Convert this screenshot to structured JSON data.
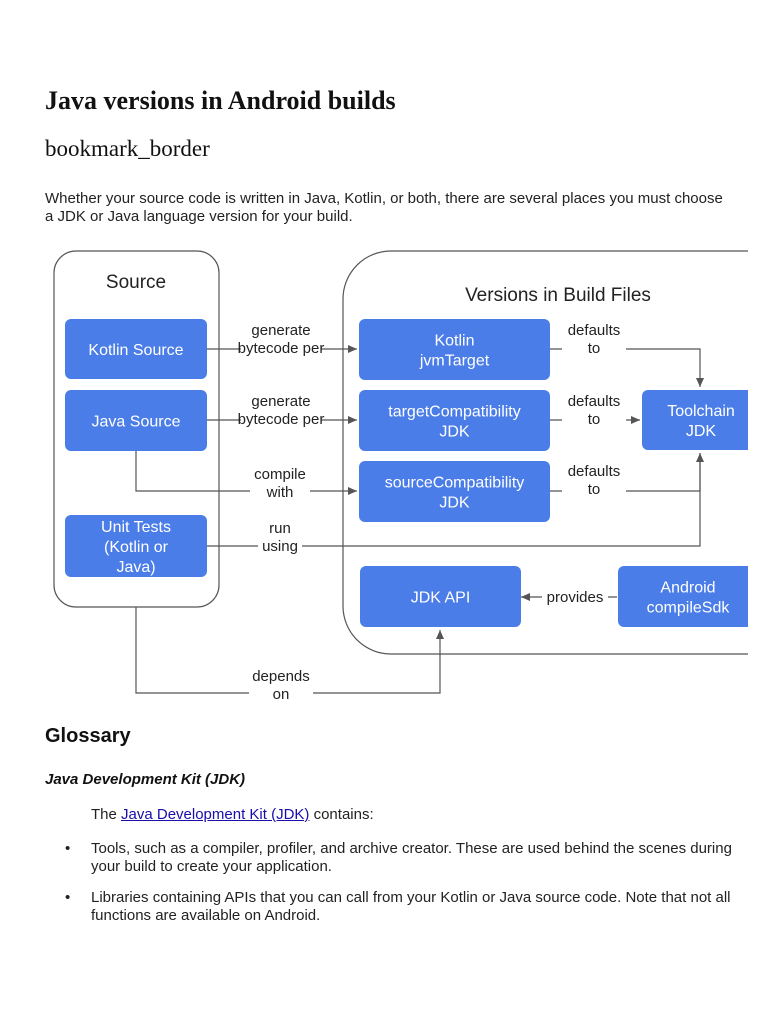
{
  "page": {
    "title": "Java versions in Android builds",
    "bookmark_text": "bookmark_border",
    "intro": "Whether your source code is written in Java, Kotlin, or both, there are several places you must choose a JDK or Java language version for your build."
  },
  "diagram": {
    "source_group_label": "Source",
    "build_group_label": "Versions in Build Files",
    "nodes": {
      "kotlin_source": [
        "Kotlin Source"
      ],
      "java_source": [
        "Java Source"
      ],
      "unit_tests": [
        "Unit Tests",
        "(Kotlin or",
        "Java)"
      ],
      "kotlin_jvmtarget": [
        "Kotlin",
        "jvmTarget"
      ],
      "target_compat": [
        "targetCompatibility",
        "JDK"
      ],
      "source_compat": [
        "sourceCompatibility",
        "JDK"
      ],
      "toolchain": [
        "Toolchain",
        "JDK"
      ],
      "jdk_api": [
        "JDK API"
      ],
      "compile_sdk": [
        "Android",
        "compileSdk"
      ]
    },
    "edge_labels": {
      "gen1": [
        "generate",
        "bytecode per"
      ],
      "gen2": [
        "generate",
        "bytecode per"
      ],
      "compile": [
        "compile",
        "with"
      ],
      "run": [
        "run",
        "using"
      ],
      "def1": [
        "defaults",
        "to"
      ],
      "def2": [
        "defaults",
        "to"
      ],
      "def3": [
        "defaults",
        "to"
      ],
      "provides": [
        "provides"
      ],
      "depends": [
        "depends",
        "on"
      ]
    },
    "colors": {
      "node_fill": "#4a7de8",
      "node_text": "#ffffff",
      "line": "#555555"
    }
  },
  "glossary": {
    "heading": "Glossary",
    "jdk_heading": "Java Development Kit (JDK)",
    "jdk_line_prefix": "The ",
    "jdk_link": "Java Development Kit (JDK)",
    "jdk_line_suffix": " contains:",
    "bullet_symbol": "•",
    "bullets": [
      "Tools, such as a compiler, profiler, and archive creator. These are used behind the scenes during your build to create your application.",
      "Libraries containing APIs that you can call from your Kotlin or Java source code. Note that not all functions are available on Android."
    ]
  }
}
